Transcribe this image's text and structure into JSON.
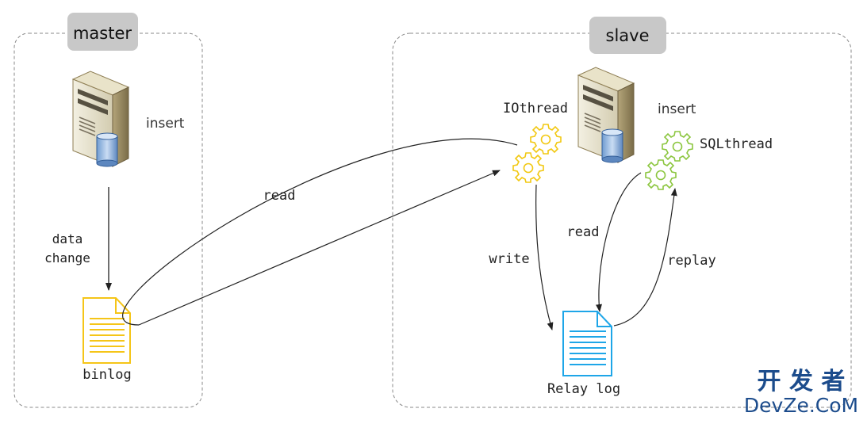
{
  "master": {
    "title": "master",
    "server_label": "insert",
    "edge_label": [
      "data",
      "change"
    ],
    "binlog_label": "binlog"
  },
  "slave": {
    "title": "slave",
    "server_label": "insert",
    "io_thread_label": "IOthread",
    "sql_thread_label": "SQLthread",
    "write_label": "write",
    "read_label": "read",
    "replay_label": "replay",
    "relay_log_label": "Relay log"
  },
  "cross_read_label": "read",
  "watermark": {
    "line1": "开 发 者",
    "line2": "DevZe.CoM"
  },
  "colors": {
    "binlog": "#f5c518",
    "relay_log": "#1ea6e8",
    "io_gear": "#f2c811",
    "sql_gear": "#8cc63f",
    "watermark": "#1c4c8c",
    "title_bg": "#c8c8c8",
    "dashed": "#8a8a8a"
  }
}
